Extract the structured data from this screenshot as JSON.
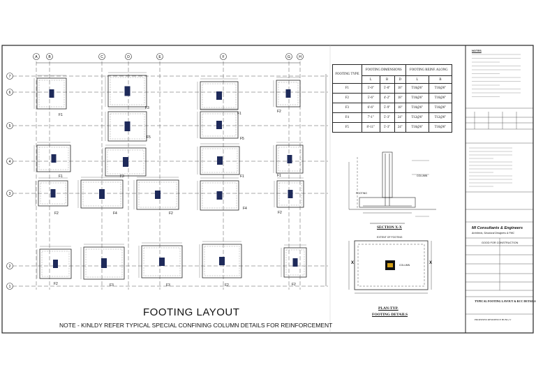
{
  "drawing": {
    "title": "FOOTING LAYOUT",
    "note": "NOTE - KINLDY REFER TYPICAL SPECIAL CONFINING COLUMN DETAILS FOR REINFORCEMENT"
  },
  "grid": {
    "columns": [
      "A",
      "B",
      "C",
      "D",
      "E",
      "F",
      "G",
      "H"
    ],
    "rows": [
      "7",
      "6",
      "5",
      "4",
      "3",
      "2",
      "1"
    ]
  },
  "footings": [
    {
      "label": "F1"
    },
    {
      "label": "F3"
    },
    {
      "label": "F1"
    },
    {
      "label": "F2"
    },
    {
      "label": "F5"
    },
    {
      "label": "F5"
    },
    {
      "label": "F1"
    },
    {
      "label": "F3"
    },
    {
      "label": "F1"
    },
    {
      "label": "F1"
    },
    {
      "label": "F2"
    },
    {
      "label": "F4"
    },
    {
      "label": "F2"
    },
    {
      "label": "F4"
    },
    {
      "label": "F2"
    },
    {
      "label": "F2"
    },
    {
      "label": "F3"
    },
    {
      "label": "F3"
    },
    {
      "label": "F2"
    },
    {
      "label": "F2"
    }
  ],
  "footing_table": {
    "headers": {
      "type": "FOOTING TYPE",
      "dims": "FOOTING DIMENSIONS",
      "reinf": "FOOTING REINF. ALONG",
      "sub": [
        "L",
        "B",
        "D",
        "L",
        "B"
      ]
    },
    "rows": [
      [
        "F1",
        "5'-0\"",
        "5'-0\"",
        "18\"",
        "T10@6\"",
        "T10@6\""
      ],
      [
        "F2",
        "5'-6\"",
        "4'-2\"",
        "18\"",
        "T10@6\"",
        "T10@6\""
      ],
      [
        "F3",
        "6'-6\"",
        "5'-9\"",
        "18\"",
        "T10@6\"",
        "T10@6\""
      ],
      [
        "F4",
        "7'-1\"",
        "5'-3\"",
        "24\"",
        "T12@6\"",
        "T12@6\""
      ],
      [
        "F5",
        "8'-11\"",
        "5'-3\"",
        "24\"",
        "T10@6\"",
        "T10@6\""
      ]
    ]
  },
  "details": {
    "section_title": "SECTION X-X",
    "plan_title_1": "PLAN-TYP.",
    "plan_title_2": "FOOTING DETAILS",
    "extent": "EXTENT OF FOOTING",
    "column": "COLUMN",
    "footing": "FOOTING",
    "x_left": "X",
    "x_right": "X"
  },
  "title_block": {
    "notes_head": "NOTES",
    "company": "MI Consultants & Engineers",
    "company_sub": "Architects, Structural Designers & PMC",
    "good_for": "GOOD FOR CONSTRUCTION",
    "drawing_title": "TYPICAL FOOTING LAYOUT & RCC DETAILS",
    "drawing_no": "PROPOSED RESIDENCE BUNG-V"
  },
  "colors": {
    "line": "#222222",
    "column": "#1e2a5a",
    "accent": "#d4a017"
  }
}
